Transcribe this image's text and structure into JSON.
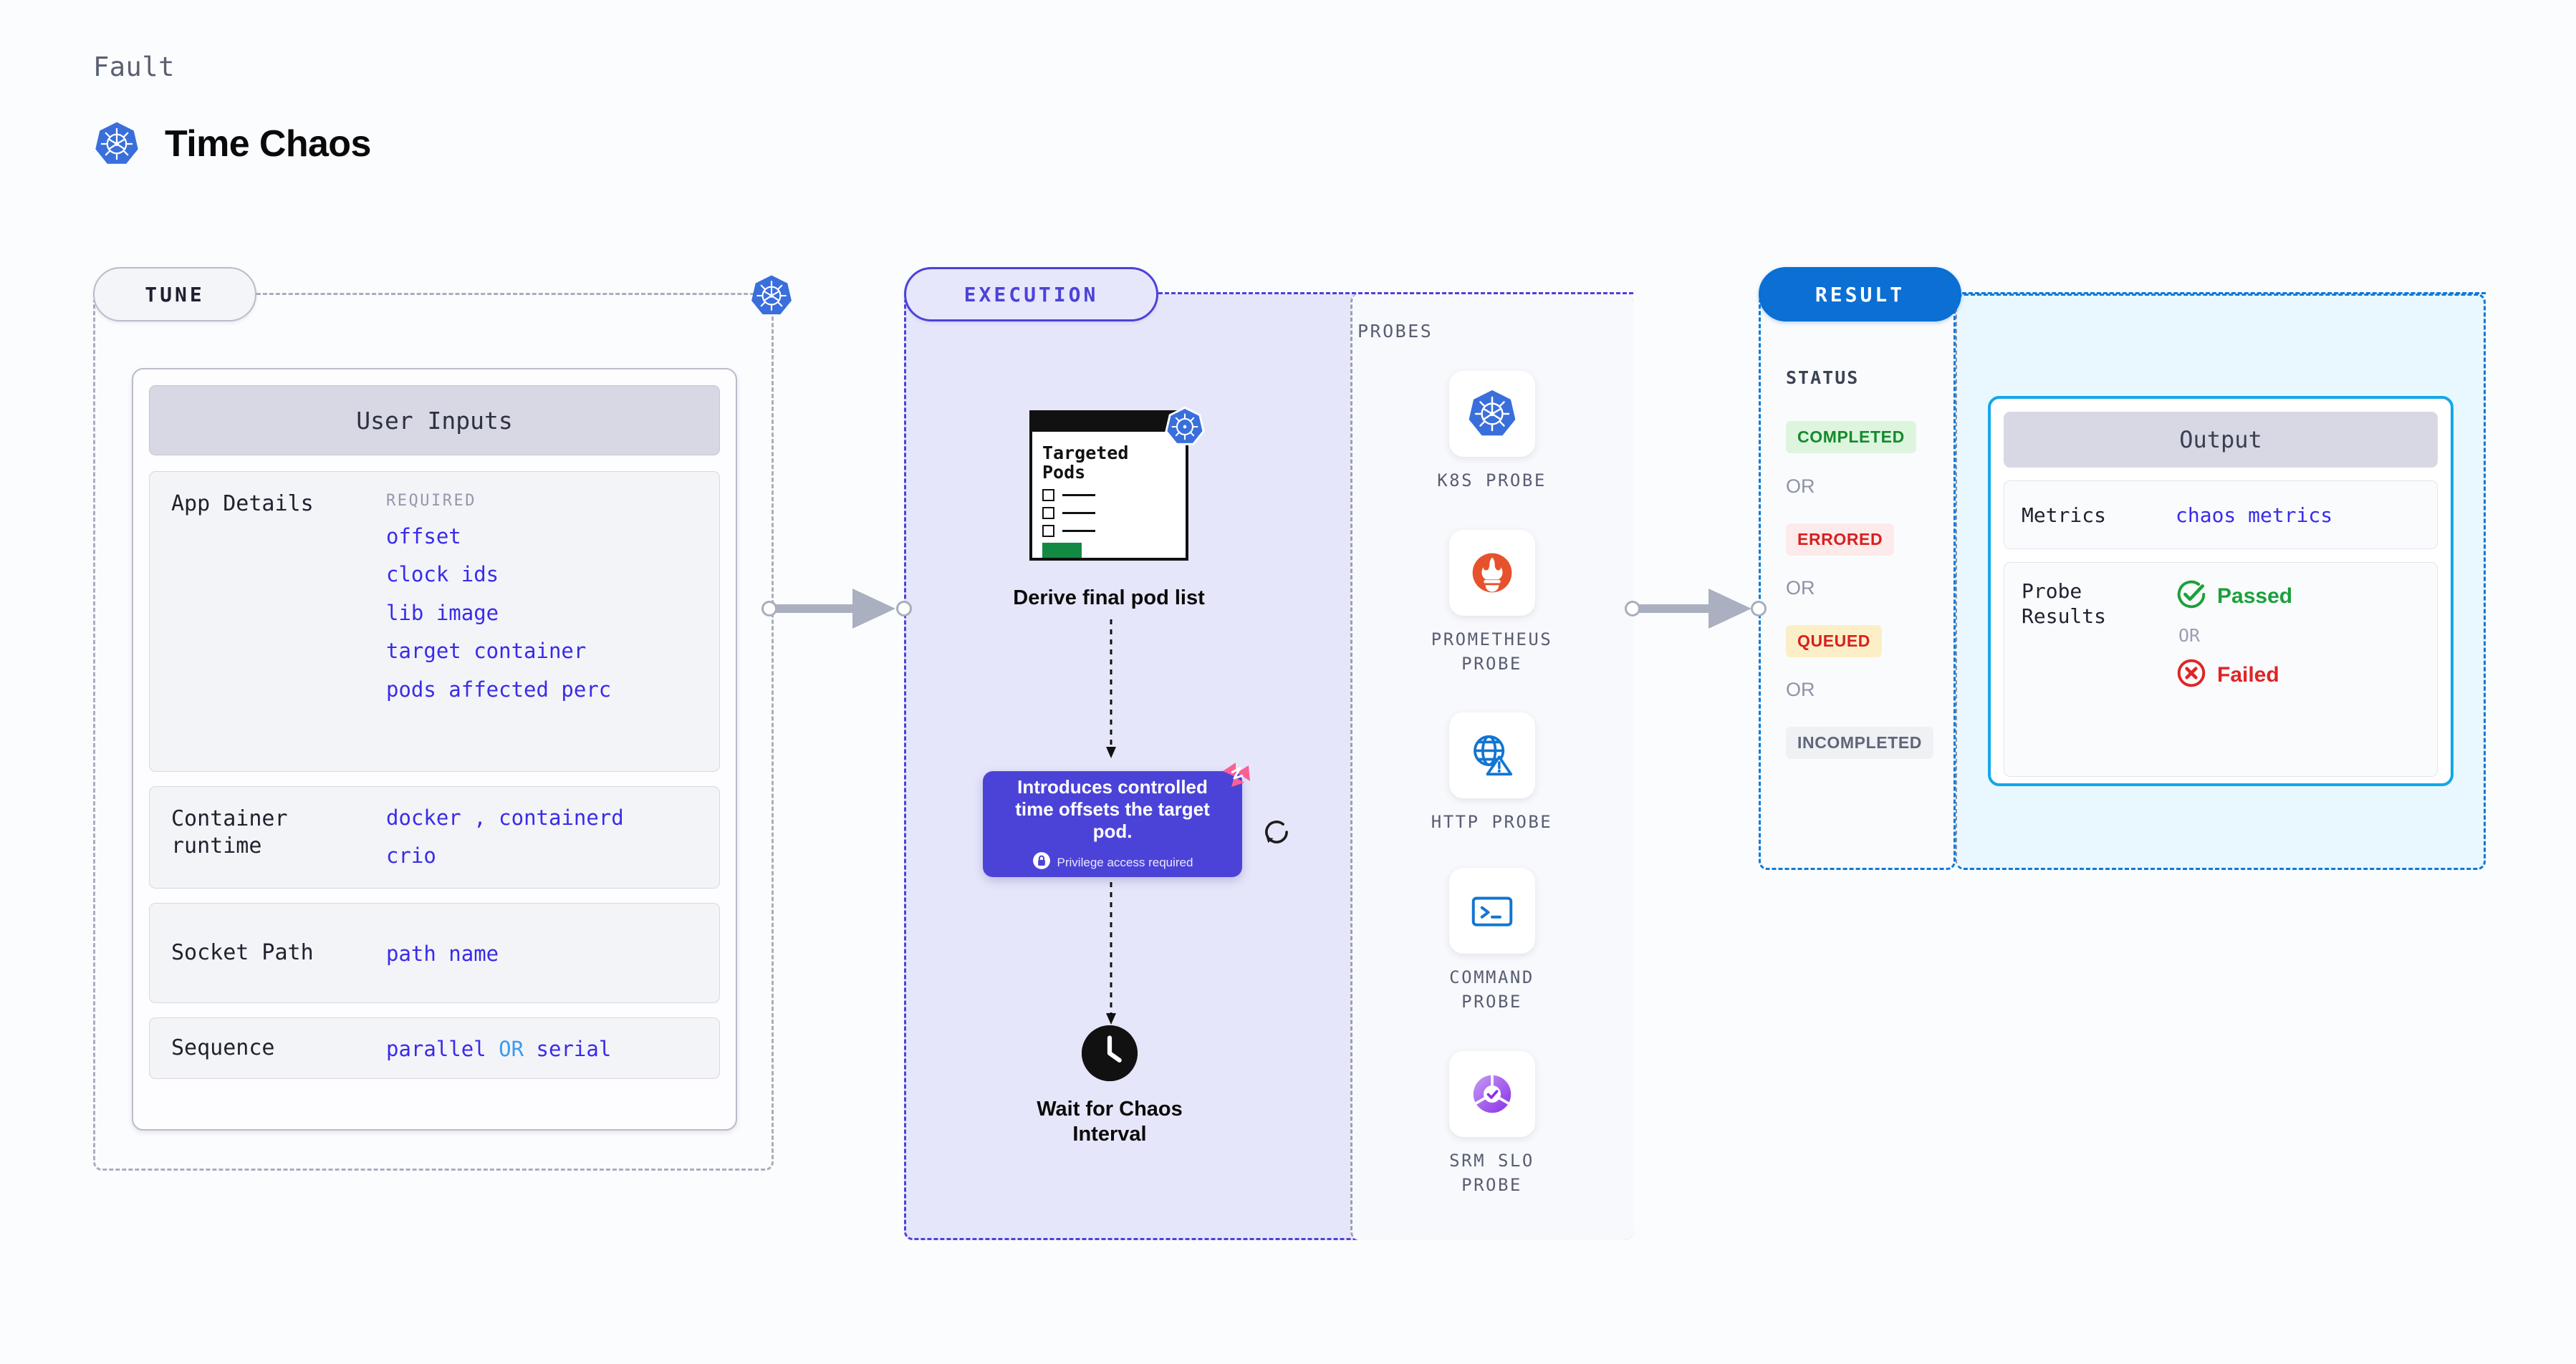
{
  "header": {
    "eyebrow": "Fault",
    "title": "Time Chaos",
    "icon": "kubernetes-icon"
  },
  "stages": {
    "tune": {
      "badge": "TUNE",
      "boundary_icon": "kubernetes-icon"
    },
    "execution": {
      "badge": "EXECUTION"
    },
    "result": {
      "badge": "RESULT"
    }
  },
  "tune": {
    "card_header": "User Inputs",
    "rows": [
      {
        "label": "App Details",
        "required_note": "REQUIRED",
        "values": [
          "offset",
          "clock ids",
          "lib image",
          "target container",
          "pods affected perc"
        ]
      },
      {
        "label": "Container\nruntime",
        "required_note": "",
        "values": [
          "docker , containerd",
          "crio"
        ]
      },
      {
        "label": "Socket Path",
        "required_note": "",
        "values": [
          "path name"
        ]
      },
      {
        "label": "Sequence",
        "required_note": "",
        "values": [
          "parallel OR serial"
        ]
      }
    ]
  },
  "execution": {
    "pods_card": {
      "title": "Targeted\nPods",
      "badge_icon": "kubernetes-icon"
    },
    "step1_caption": "Derive final pod list",
    "fault_card": {
      "description": "Introduces controlled time offsets the target pod.",
      "privilege_note": "Privilege access required",
      "privilege_icon": "lock-icon",
      "corner_icon": "chaos-icon",
      "color": "#4b43d8"
    },
    "refresh_icon": "refresh-icon",
    "step2_caption": "Wait for Chaos\nInterval",
    "step2_icon": "clock-icon"
  },
  "probes": {
    "title": "PROBES",
    "items": [
      {
        "label": "K8S PROBE",
        "icon": "kubernetes-icon"
      },
      {
        "label": "PROMETHEUS\nPROBE",
        "icon": "prometheus-icon"
      },
      {
        "label": "HTTP PROBE",
        "icon": "globe-warning-icon"
      },
      {
        "label": "COMMAND\nPROBE",
        "icon": "terminal-icon"
      },
      {
        "label": "SRM SLO\nPROBE",
        "icon": "srm-slo-icon"
      }
    ]
  },
  "result": {
    "status_title": "STATUS",
    "or_label": "OR",
    "statuses": [
      {
        "label": "COMPLETED",
        "color": "#148a2e",
        "bg": "#ddf5dd"
      },
      {
        "label": "ERRORED",
        "color": "#d62020",
        "bg": "#fdeaea"
      },
      {
        "label": "QUEUED",
        "color": "#d62020",
        "bg": "#fcefc7"
      },
      {
        "label": "INCOMPLETED",
        "color": "#5f6678",
        "bg": "#eff1f5"
      }
    ],
    "output": {
      "header": "Output",
      "metrics_label": "Metrics",
      "metrics_value": "chaos metrics",
      "probe_results_label": "Probe\nResults",
      "passed_label": "Passed",
      "failed_label": "Failed",
      "or_label": "OR",
      "passed_icon": "check-circle-icon",
      "failed_icon": "x-circle-icon"
    }
  }
}
